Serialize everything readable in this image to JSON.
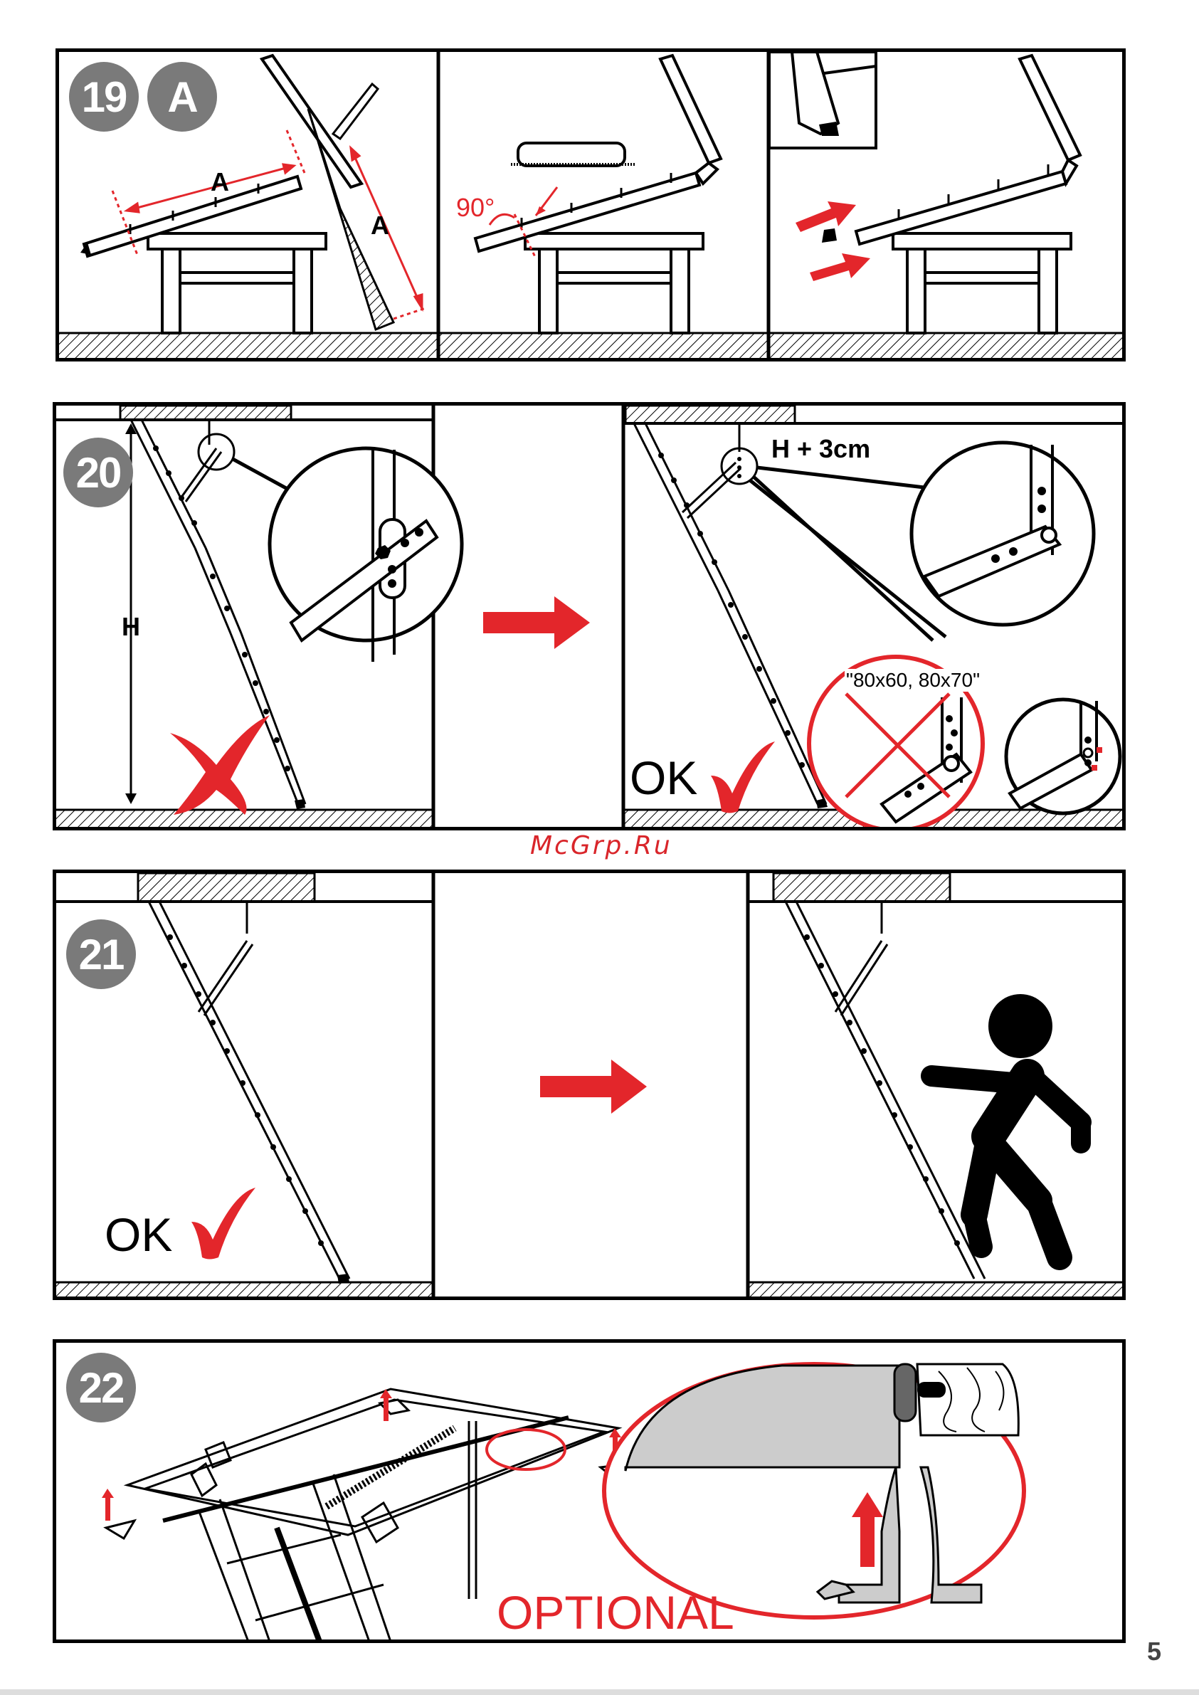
{
  "steps": {
    "step19": {
      "number": "19",
      "sub": "A",
      "dim_a1": "A",
      "dim_a2": "A",
      "angle": "90°"
    },
    "step20": {
      "number": "20",
      "height": "H",
      "height_plus": "H + 3cm",
      "models": "\"80x60, 80x70\"",
      "ok": "OK"
    },
    "step21": {
      "number": "21",
      "ok": "OK"
    },
    "step22": {
      "number": "22",
      "optional": "OPTIONAL"
    }
  },
  "watermark": "McGrp.Ru",
  "page_number": "5",
  "colors": {
    "accent_red": "#e3262b",
    "badge_gray": "#7a7a7a",
    "detail_gray": "#cccccc"
  }
}
